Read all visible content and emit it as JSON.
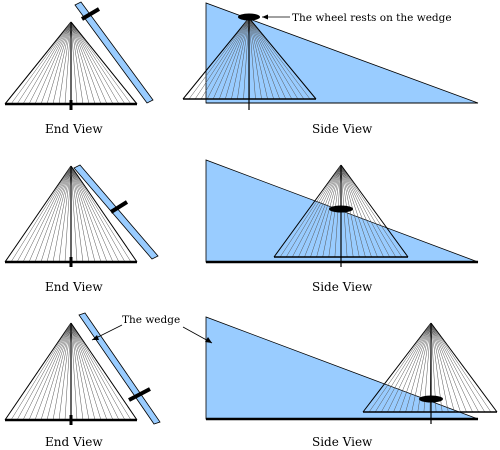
{
  "colors": {
    "wedge": "#99ccff",
    "line": "#000000",
    "spoke": "#555555",
    "background": "#ffffff"
  },
  "captions": {
    "end_view": "End View",
    "side_view": "Side View"
  },
  "annotations": {
    "wheel_rests": "The wheel rests on the wedge",
    "the_wedge": "The wedge"
  },
  "rows": [
    {
      "id": "top",
      "end_caption": "End View",
      "side_caption": "Side View"
    },
    {
      "id": "middle",
      "end_caption": "End View",
      "side_caption": "Side View"
    },
    {
      "id": "bottom",
      "end_caption": "End View",
      "side_caption": "Side View"
    }
  ]
}
